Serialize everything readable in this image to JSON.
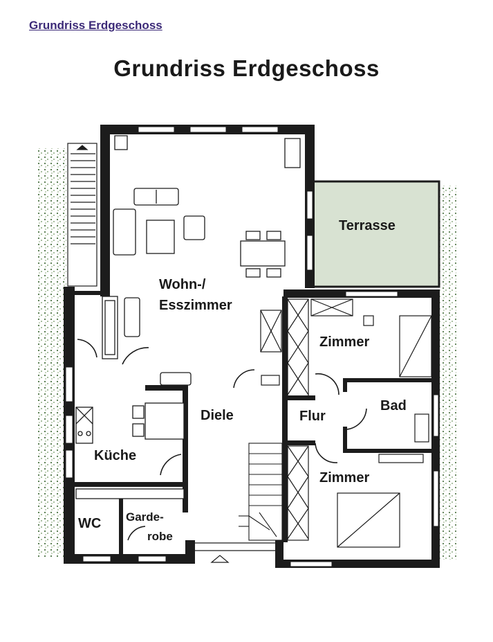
{
  "header": {
    "link_text": "Grundriss Erdgeschoss"
  },
  "plan": {
    "title": "Grundriss Erdgeschoss",
    "rooms": {
      "wohn_line1": "Wohn-/",
      "wohn_line2": "Esszimmer",
      "terrasse": "Terrasse",
      "zimmer_top": "Zimmer",
      "bad": "Bad",
      "flur": "Flur",
      "diele": "Diele",
      "kueche": "Küche",
      "zimmer_bottom": "Zimmer",
      "wc": "WC",
      "garde_line1": "Garde-",
      "garde_line2": "robe"
    }
  },
  "colors": {
    "wall": "#1c1c1c",
    "terrace": "#d8e2d2",
    "shrub": "#2f5a24",
    "link": "#3c2a78"
  }
}
